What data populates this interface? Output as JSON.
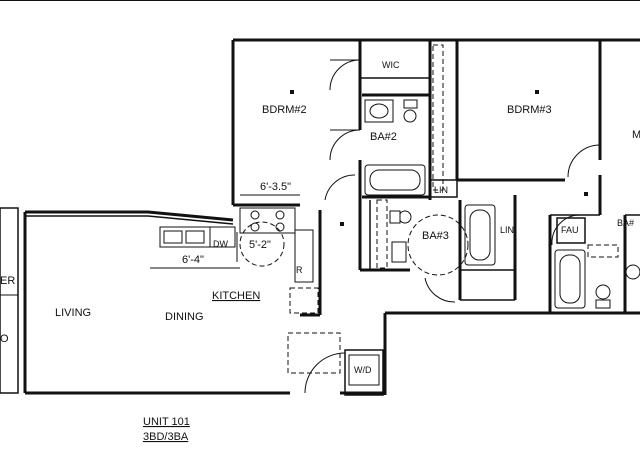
{
  "rooms": {
    "bdrm2": "BDRM#2",
    "bdrm3": "BDRM#3",
    "wic": "WIC",
    "ba2": "BA#2",
    "ba3": "BA#3",
    "ba_right": "BA#",
    "lin1": "LIN",
    "lin2": "LIN",
    "fau": "FAU",
    "living": "LIVING",
    "dining": "DINING",
    "kitchen": "KITCHEN",
    "wd": "W/D",
    "dw": "DW",
    "ref": "R",
    "left_er": "ER",
    "left_o": "O",
    "right_m": "M"
  },
  "dimensions": {
    "d1": "6'-3.5\"",
    "d2": "5'-2\"",
    "d3": "6'-4\""
  },
  "unit": {
    "name": "UNIT  101",
    "type": "3BD/3BA"
  }
}
